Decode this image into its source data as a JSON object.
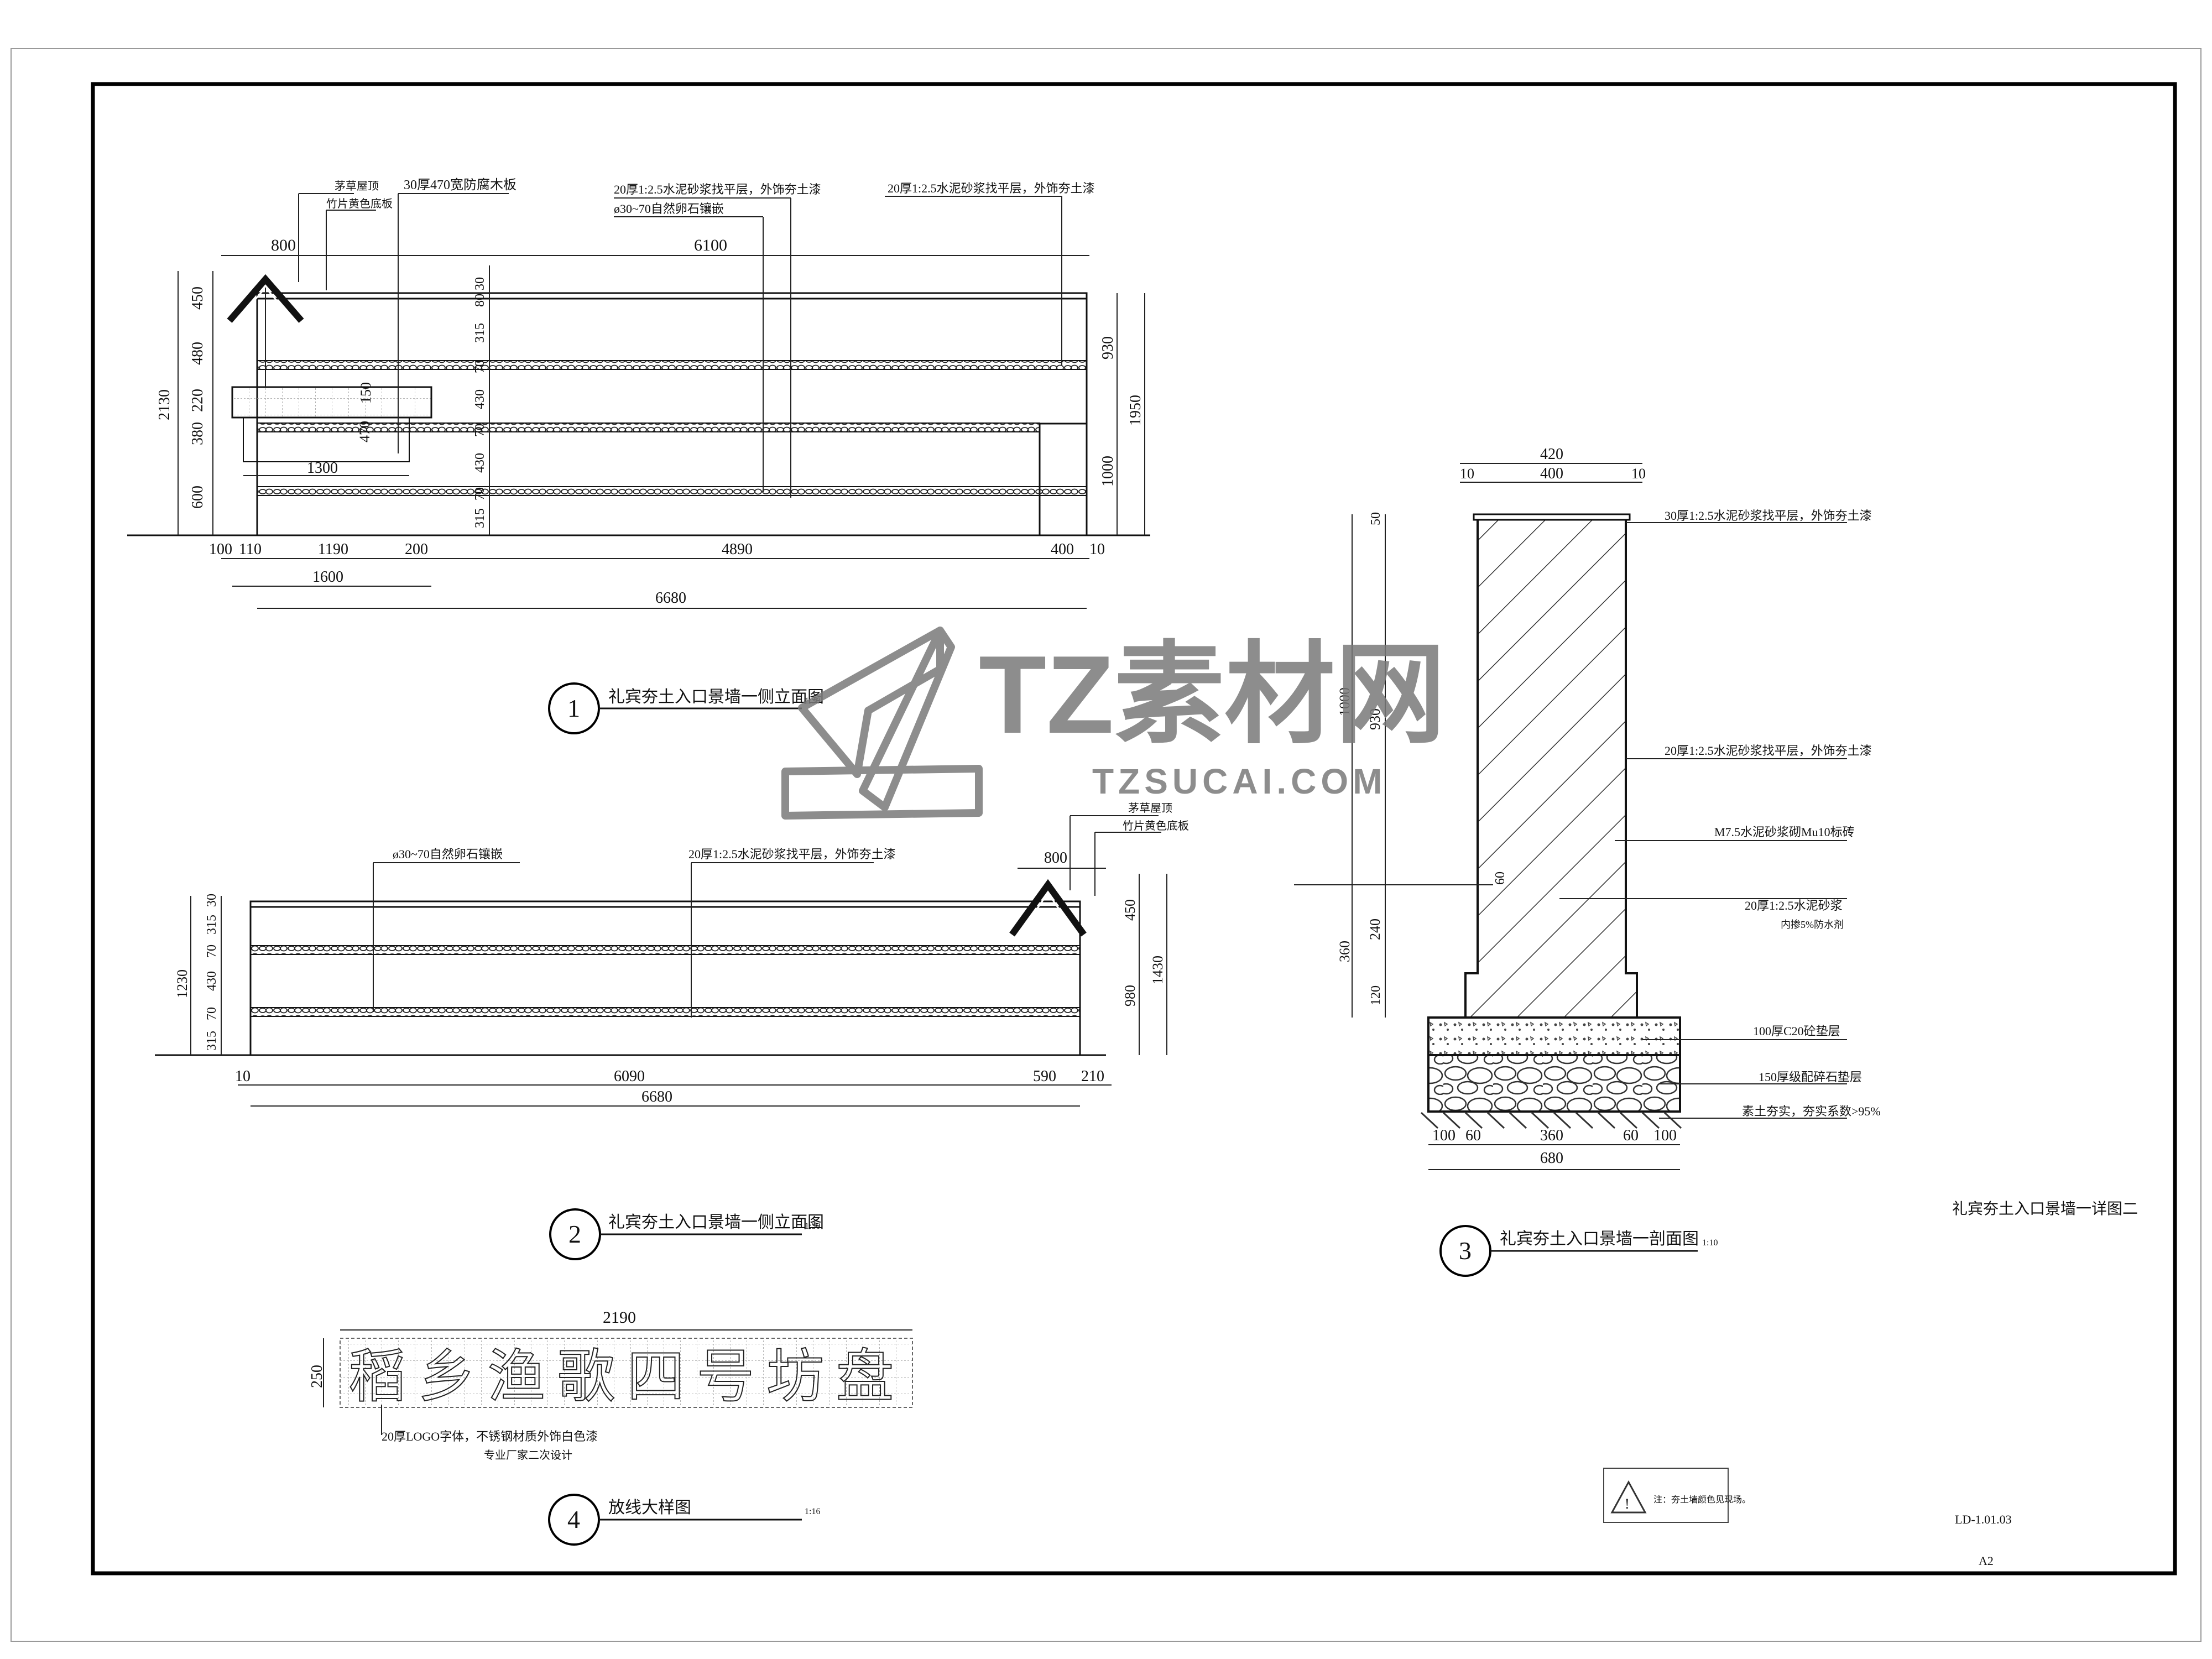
{
  "sheet": {
    "drawing_title": "礼宾夯土入口景墙一详图二",
    "drawing_number": "LD-1.01.03",
    "paper_size": "A2"
  },
  "watermark": {
    "brand": "TZ素材网",
    "url": "TZSUCAI.COM"
  },
  "view1": {
    "number": "1",
    "title": "礼宾夯土入口景墙一侧立面图",
    "scale": "1:30",
    "notes": [
      "茅草屋顶",
      "竹片黄色底板",
      "30厚470宽防腐木板",
      "20厚1:2.5水泥砂浆找平层，外饰夯土漆",
      "ø30~70自然卵石镶嵌",
      "20厚1:2.5水泥砂浆找平层，外饰夯土漆"
    ],
    "dims_top": [
      "800",
      "6100"
    ],
    "dims_left": [
      "450",
      "480",
      "220",
      "380",
      "600",
      "2130"
    ],
    "dims_mid": [
      "30",
      "80",
      "315",
      "70",
      "430",
      "70",
      "430",
      "70",
      "315"
    ],
    "dims_right": [
      "930",
      "1000",
      "1950"
    ],
    "dims_bottom_1": [
      "100",
      "110",
      "1190",
      "200",
      "4890",
      "400",
      "10"
    ],
    "dims_bottom_2": "1600",
    "dims_bottom_3": "6680",
    "dims_inner": [
      "150",
      "470",
      "1300"
    ]
  },
  "view2": {
    "number": "2",
    "title": "礼宾夯土入口景墙一侧立面图",
    "scale": "1:30",
    "notes": [
      "茅草屋顶",
      "竹片黄色底板",
      "ø30~70自然卵石镶嵌",
      "20厚1:2.5水泥砂浆找平层，外饰夯土漆"
    ],
    "dims_top": "800",
    "dims_left": [
      "30",
      "315",
      "70",
      "430",
      "70",
      "315",
      "1230"
    ],
    "dims_right": [
      "450",
      "980",
      "1430"
    ],
    "dims_bottom_1": [
      "10",
      "6090",
      "590",
      "210"
    ],
    "dims_bottom_2": "6680"
  },
  "view3": {
    "number": "3",
    "title": "礼宾夯土入口景墙一剖面图",
    "scale": "1:10",
    "notes": [
      "30厚1:2.5水泥砂浆找平层，外饰夯土漆",
      "20厚1:2.5水泥砂浆找平层，外饰夯土漆",
      "M7.5水泥砂浆砌Mu10标砖",
      "20厚1:2.5水泥砂浆",
      "内掺5%防水剂",
      "100厚C20砼垫层",
      "150厚级配碎石垫层",
      "素土夯实，夯实系数>95%"
    ],
    "dims_top": [
      "420",
      "10",
      "400",
      "10"
    ],
    "dims_left": [
      "50",
      "930",
      "1000",
      "240",
      "360",
      "120"
    ],
    "dims_inner": "60",
    "dims_bottom_1": [
      "100",
      "60",
      "360",
      "60",
      "100"
    ],
    "dims_bottom_2": "680"
  },
  "view4": {
    "number": "4",
    "title": "放线大样图",
    "scale": "1:16",
    "dim_width": "2190",
    "dim_height": "250",
    "logo_text": "稻乡渔歌四号坊盘",
    "notes": [
      "20厚LOGO字体，不锈钢材质外饰白色漆",
      "专业厂家二次设计"
    ]
  },
  "legend_note": "注：夯土墙颜色见现场。"
}
